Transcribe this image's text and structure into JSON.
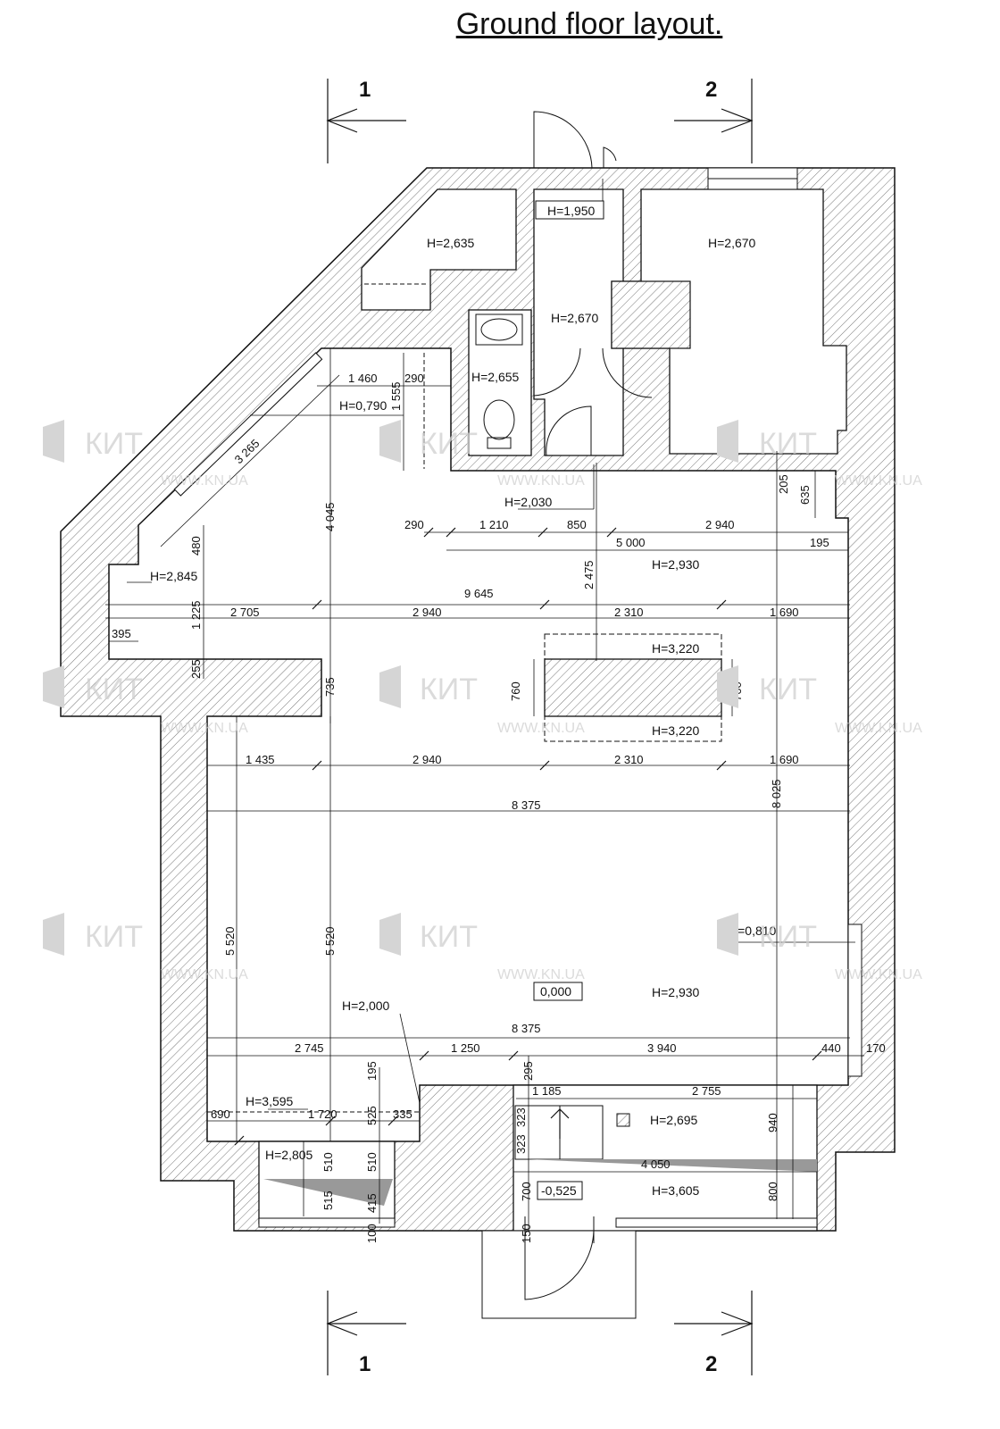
{
  "title": "Ground floor layout.",
  "section_marks": [
    "1",
    "2"
  ],
  "watermark": {
    "brand": "КИТ",
    "url": "WWW.KN.UA"
  },
  "heights": {
    "h1950": "H=1,950",
    "h2635": "H=2,635",
    "h2670a": "H=2,670",
    "h2670b": "H=2,670",
    "h2655": "H=2,655",
    "h0790": "H=0,790",
    "h2030": "H=2,030",
    "h2845": "H=2,845",
    "h2930a": "H=2,930",
    "h3220a": "H=3,220",
    "h3220b": "H=3,220",
    "h0810": "H=0,810",
    "h2930b": "H=2,930",
    "h2000": "H=2,000",
    "h3595": "H=3,595",
    "h2805": "H=2,805",
    "h2695": "H=2,695",
    "h3605": "H=3,605"
  },
  "levels": {
    "zero": "0,000",
    "minus": "-0,525"
  },
  "dimensions": {
    "d1460": "1 460",
    "d290a": "290",
    "d1555": "1 555",
    "d3265": "3 265",
    "d4045": "4 045",
    "d205": "205",
    "d635": "635",
    "d290b": "290",
    "d1210": "1 210",
    "d850": "850",
    "d2940a": "2 940",
    "d5000": "5 000",
    "d195a": "195",
    "d480": "480",
    "d2475": "2 475",
    "d9645": "9 645",
    "d1225": "1 225",
    "d2705": "2 705",
    "d2940b": "2 940",
    "d2310a": "2 310",
    "d1690a": "1 690",
    "d395": "395",
    "d255": "255",
    "d735": "735",
    "d760a": "760",
    "d760b": "760",
    "d1435": "1 435",
    "d2940c": "2 940",
    "d2310b": "2 310",
    "d1690b": "1 690",
    "d8375a": "8 375",
    "d8025": "8 025",
    "d5520a": "5 520",
    "d5520b": "5 520",
    "d8375b": "8 375",
    "d2745": "2 745",
    "d1250": "1 250",
    "d3940": "3 940",
    "d440": "440",
    "d170": "170",
    "d195b": "195",
    "d295": "295",
    "d1185": "1 185",
    "d2755": "2 755",
    "d690": "690",
    "d1720": "1 720",
    "d525": "525",
    "d335": "335",
    "d323a": "323",
    "d323b": "323",
    "d940": "940",
    "d510a": "510",
    "d510b": "510",
    "d4050": "4 050",
    "d515": "515",
    "d415": "415",
    "d700": "700",
    "d800": "800",
    "d100": "100",
    "d150": "150"
  }
}
